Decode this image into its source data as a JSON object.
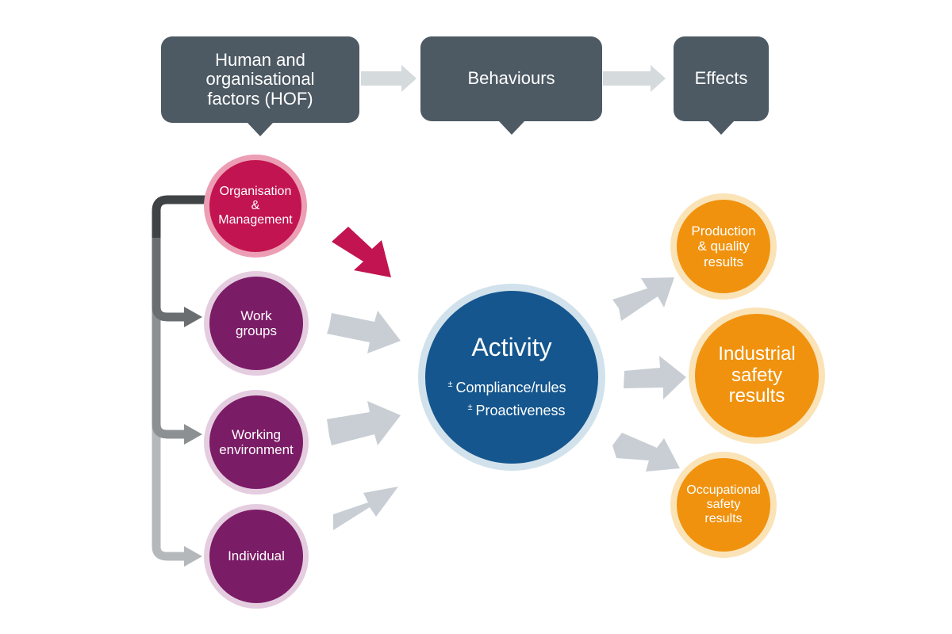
{
  "header": {
    "hof_label": "Human and\norganisational\nfactors (HOF)",
    "behaviours_label": "Behaviours",
    "effects_label": "Effects"
  },
  "factors": {
    "organisation": "Organisation\n&\nManagement",
    "work_groups": "Work\ngroups",
    "working_environment": "Working\nenvironment",
    "individual": "Individual"
  },
  "activity": {
    "title": "Activity",
    "symbol": "±",
    "line1": "Compliance/rules",
    "line2": "Proactiveness"
  },
  "results": {
    "production": "Production\n& quality\nresults",
    "industrial": "Industrial\nsafety\nresults",
    "occupational": "Occupational\nsafety\nresults"
  },
  "colors": {
    "header_box": "#4d5a64",
    "organisation": "#c21450",
    "factor": "#7b1c66",
    "activity": "#15568e",
    "result": "#f0920e",
    "arrow_grey": "#c8ced3",
    "arrow_highlight": "#c21450"
  }
}
